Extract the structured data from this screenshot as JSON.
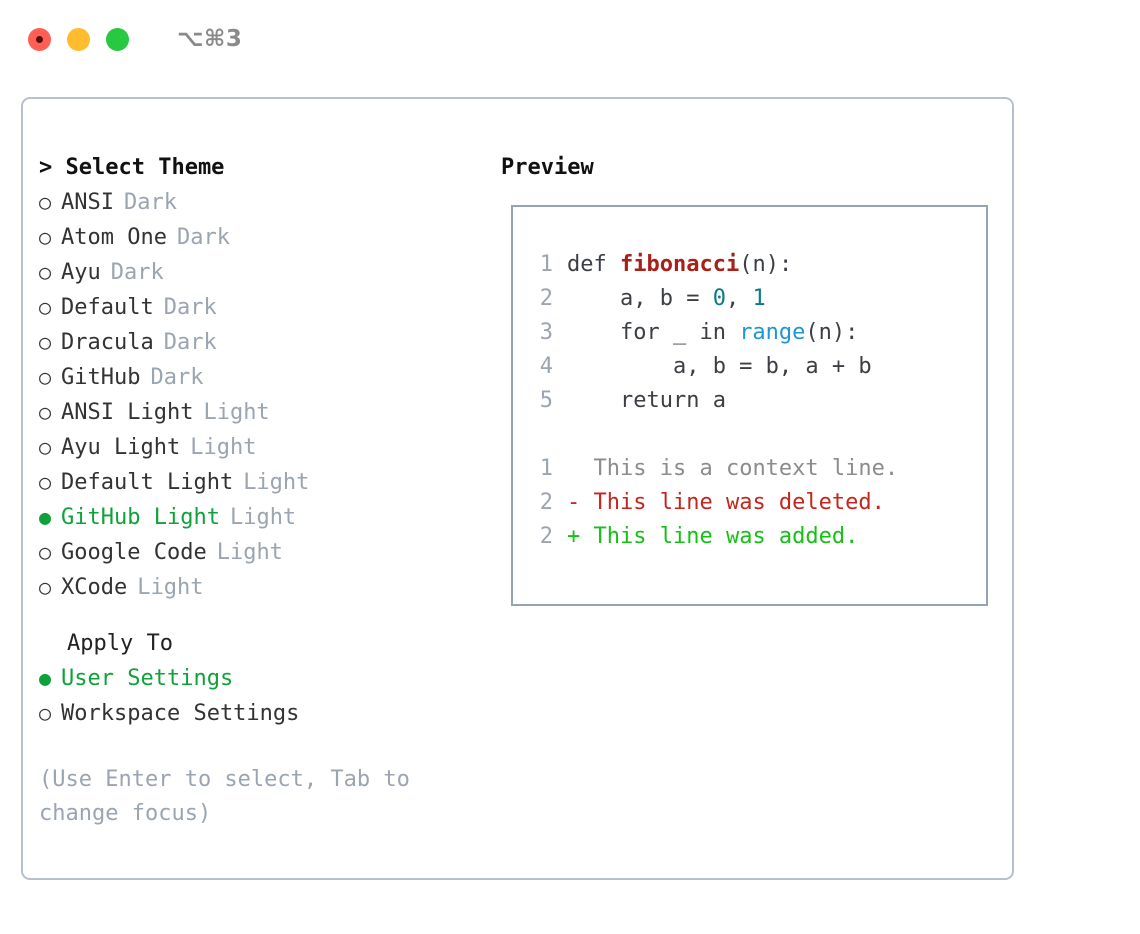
{
  "window": {
    "shortcut": "⌥⌘3",
    "traffic_lights": [
      {
        "name": "close",
        "color": "#ff5f57"
      },
      {
        "name": "minimize",
        "color": "#febc2e"
      },
      {
        "name": "maximize",
        "color": "#28c840"
      }
    ]
  },
  "theme_panel": {
    "title": "> Select Theme",
    "selected_theme": "GitHub Light",
    "items": [
      {
        "radio": "○",
        "name": "ANSI",
        "tag": "Dark",
        "selected": false
      },
      {
        "radio": "○",
        "name": "Atom One",
        "tag": "Dark",
        "selected": false
      },
      {
        "radio": "○",
        "name": "Ayu",
        "tag": "Dark",
        "selected": false
      },
      {
        "radio": "○",
        "name": "Default",
        "tag": "Dark",
        "selected": false
      },
      {
        "radio": "○",
        "name": "Dracula",
        "tag": "Dark",
        "selected": false
      },
      {
        "radio": "○",
        "name": "GitHub",
        "tag": "Dark",
        "selected": false
      },
      {
        "radio": "○",
        "name": "ANSI Light",
        "tag": "Light",
        "selected": false
      },
      {
        "radio": "○",
        "name": "Ayu Light",
        "tag": "Light",
        "selected": false
      },
      {
        "radio": "○",
        "name": "Default Light",
        "tag": "Light",
        "selected": false
      },
      {
        "radio": "●",
        "name": "GitHub Light",
        "tag": "Light",
        "selected": true
      },
      {
        "radio": "○",
        "name": "Google Code",
        "tag": "Light",
        "selected": false
      },
      {
        "radio": "○",
        "name": "XCode",
        "tag": "Light",
        "selected": false
      }
    ]
  },
  "apply_to": {
    "heading": "Apply To",
    "selected": "User Settings",
    "options": [
      {
        "radio": "●",
        "label": "User Settings",
        "selected": true
      },
      {
        "radio": "○",
        "label": "Workspace Settings",
        "selected": false
      }
    ]
  },
  "hint": "(Use Enter to select, Tab to change focus)",
  "preview": {
    "title": "Preview",
    "code_lines": [
      {
        "number": "1",
        "tokens": [
          {
            "text": "def ",
            "type": "plain"
          },
          {
            "text": "fibonacci",
            "type": "function"
          },
          {
            "text": "(n):",
            "type": "plain"
          }
        ]
      },
      {
        "number": "2",
        "tokens": [
          {
            "text": "    a, b = ",
            "type": "plain"
          },
          {
            "text": "0",
            "type": "number"
          },
          {
            "text": ", ",
            "type": "plain"
          },
          {
            "text": "1",
            "type": "number"
          }
        ]
      },
      {
        "number": "3",
        "tokens": [
          {
            "text": "    for _ in ",
            "type": "plain"
          },
          {
            "text": "range",
            "type": "builtin"
          },
          {
            "text": "(n):",
            "type": "plain"
          }
        ]
      },
      {
        "number": "4",
        "tokens": [
          {
            "text": "        a, b = b, a + b",
            "type": "plain"
          }
        ]
      },
      {
        "number": "5",
        "tokens": [
          {
            "text": "    return a",
            "type": "plain"
          }
        ]
      }
    ],
    "diff_lines": [
      {
        "number": "1",
        "marker": "  ",
        "text": "This is a context line.",
        "kind": "context"
      },
      {
        "number": "2",
        "marker": "- ",
        "text": "This line was deleted.",
        "kind": "deleted"
      },
      {
        "number": "2",
        "marker": "+ ",
        "text": "This line was added.",
        "kind": "added"
      }
    ]
  },
  "colors": {
    "accent_green": "#10a23a",
    "muted_gray": "#9aa5b1",
    "border": "#b7c0cc",
    "code_border": "#97a3b4",
    "syntax_function": "#a8201a",
    "syntax_number": "#0b7a87",
    "syntax_builtin": "#1c97d4",
    "diff_deleted": "#c4261d",
    "diff_added": "#16c116",
    "diff_context": "#8c8c8c"
  }
}
